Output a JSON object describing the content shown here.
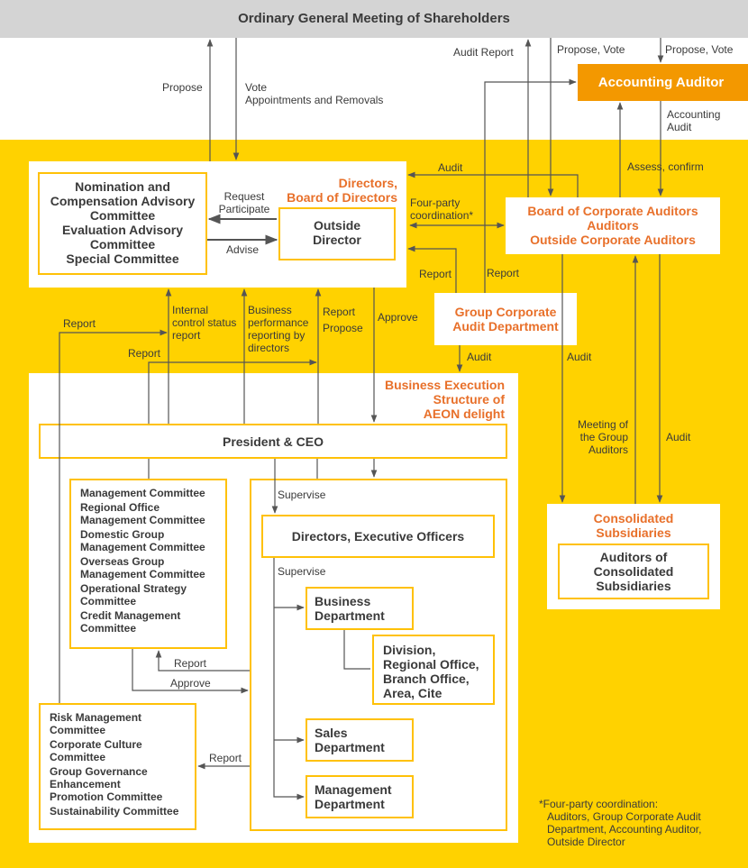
{
  "top_bar": {
    "title": "Ordinary General Meeting of Shareholders"
  },
  "accounting_auditor": {
    "title": "Accounting Auditor"
  },
  "board_of_directors": {
    "title_lines": [
      "Directors,",
      "Board of Directors"
    ],
    "outside_director_lines": [
      "Outside",
      "Director"
    ],
    "committees_lines": [
      "Nomination and",
      "Compensation Advisory",
      "Committee",
      "Evaluation Advisory",
      "Committee",
      "Special Committee"
    ]
  },
  "corporate_auditors": {
    "lines": [
      "Board of Corporate Auditors",
      "Auditors",
      "Outside Corporate Auditors"
    ]
  },
  "audit_department": {
    "lines": [
      "Group Corporate",
      "Audit Department"
    ]
  },
  "business_execution": {
    "title_lines": [
      "Business Execution",
      "Structure of",
      "AEON delight"
    ],
    "president": "President & CEO",
    "management_committees": [
      [
        "Management Committee"
      ],
      [
        "Regional Office",
        "Management Committee"
      ],
      [
        "Domestic Group",
        "Management Committee"
      ],
      [
        "Overseas Group",
        "Management Committee"
      ],
      [
        "Operational Strategy",
        "Committee"
      ],
      [
        "Credit Management",
        "Committee"
      ]
    ],
    "risk_committees": [
      [
        "Risk Management",
        "Committee"
      ],
      [
        "Corporate Culture",
        "Committee"
      ],
      [
        "Group Governance",
        "Enhancement",
        "Promotion Committee"
      ],
      [
        "Sustainability Committee"
      ]
    ],
    "directors_executive_officers": "Directors, Executive Officers",
    "business_department_lines": [
      "Business",
      "Department"
    ],
    "division_lines": [
      "Division,",
      "Regional Office,",
      "Branch Office,",
      "Area, Cite"
    ],
    "sales_department_lines": [
      "Sales",
      "Department"
    ],
    "management_department_lines": [
      "Management",
      "Department"
    ]
  },
  "consolidated": {
    "title_lines": [
      "Consolidated",
      "Subsidiaries"
    ],
    "auditors_lines": [
      "Auditors of",
      "Consolidated",
      "Subsidiaries"
    ]
  },
  "labels": {
    "propose": "Propose",
    "vote_lines": [
      "Vote",
      "Appointments and Removals"
    ],
    "audit_report": "Audit Report",
    "propose_vote_1": "Propose, Vote",
    "propose_vote_2": "Propose, Vote",
    "accounting_audit_lines": [
      "Accounting",
      "Audit"
    ],
    "audit_1": "Audit",
    "assess_confirm": "Assess, confirm",
    "four_party_lines": [
      "Four-party",
      "coordination*"
    ],
    "request_participate_lines": [
      "Request",
      "Participate"
    ],
    "advise": "Advise",
    "report_1": "Report",
    "report_2": "Report",
    "report_left": "Report",
    "report_left2": "Report",
    "internal_control_lines": [
      "Internal",
      "control status",
      "report"
    ],
    "business_perf_lines": [
      "Business",
      "performance",
      "reporting by",
      "directors"
    ],
    "report_propose_lines": [
      "Report",
      "Propose"
    ],
    "approve_1": "Approve",
    "audit_2": "Audit",
    "audit_3": "Audit",
    "meeting_group_auditors_lines": [
      "Meeting of",
      "the Group",
      "Auditors"
    ],
    "audit_4": "Audit",
    "supervise_1": "Supervise",
    "supervise_2": "Supervise",
    "report_mgmt": "Report",
    "approve_mgmt": "Approve",
    "report_risk": "Report"
  },
  "footnote_lines": [
    "*Four-party coordination:",
    "Auditors, Group Corporate Audit",
    "Department, Accounting Auditor,",
    "Outside Director"
  ],
  "colors": {
    "yellow": "#ffd200",
    "orange": "#f39800",
    "orange_text": "#e8702a",
    "box_border": "#ffc107",
    "gray_band": "#d4d4d4"
  }
}
